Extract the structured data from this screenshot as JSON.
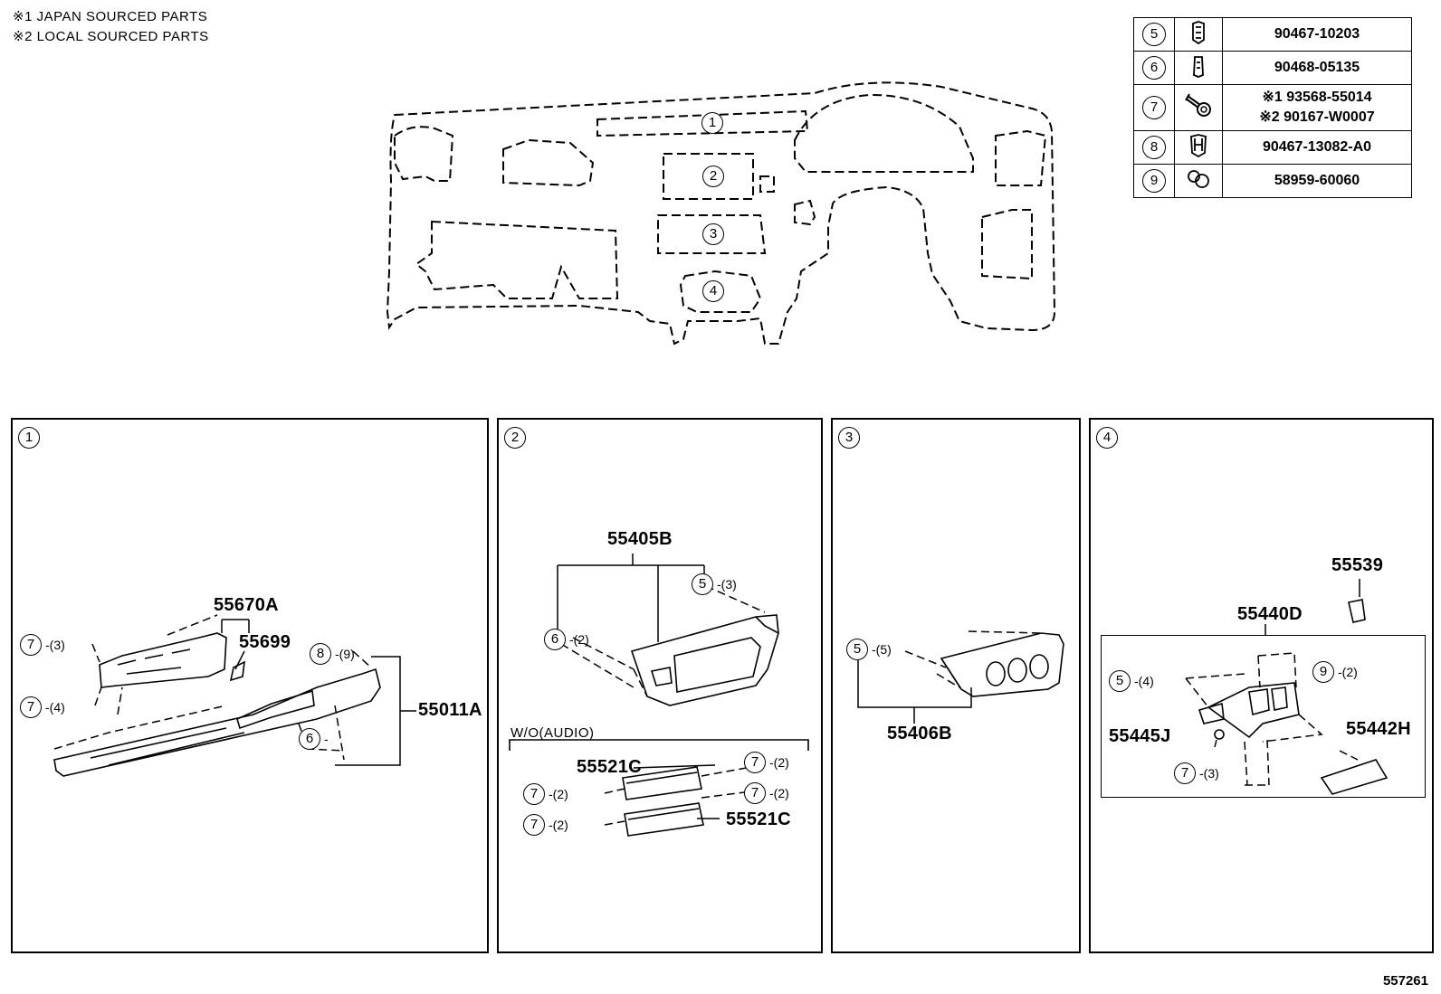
{
  "notes": [
    "※1 JAPAN SOURCED PARTS",
    "※2 LOCAL SOURCED PARTS"
  ],
  "parts_table": [
    {
      "num": "5",
      "icon": "clip-icon",
      "codes": [
        "90467-10203"
      ]
    },
    {
      "num": "6",
      "icon": "clip-icon",
      "codes": [
        "90468-05135"
      ]
    },
    {
      "num": "7",
      "icon": "screw-icon",
      "codes": [
        "※1 93568-55014",
        "※2 90167-W0007"
      ]
    },
    {
      "num": "8",
      "icon": "clip-icon",
      "codes": [
        "90467-13082-A0"
      ]
    },
    {
      "num": "9",
      "icon": "cushion-icon",
      "codes": [
        "58959-60060"
      ]
    }
  ],
  "overview_labels": [
    "1",
    "2",
    "3",
    "4"
  ],
  "panel1": {
    "num": "1",
    "parts": {
      "p55670A": "55670A",
      "p55699": "55699",
      "p55011A": "55011A"
    },
    "refs": [
      {
        "num": "7",
        "qty": "-(3)"
      },
      {
        "num": "7",
        "qty": "-(4)"
      },
      {
        "num": "8",
        "qty": "-(9)"
      },
      {
        "num": "6",
        "qty": "-"
      }
    ]
  },
  "panel2": {
    "num": "2",
    "parts": {
      "p55405B": "55405B",
      "p55521C_a": "55521C",
      "p55521C_b": "55521C"
    },
    "wo_audio": "W/O(AUDIO)",
    "refs": [
      {
        "num": "5",
        "qty": "-(3)"
      },
      {
        "num": "6",
        "qty": "-(2)"
      },
      {
        "num": "7",
        "qty": "-(2)"
      },
      {
        "num": "7",
        "qty": "-(2)"
      },
      {
        "num": "7",
        "qty": "-(2)"
      },
      {
        "num": "7",
        "qty": "-(2)"
      }
    ]
  },
  "panel3": {
    "num": "3",
    "parts": {
      "p55406B": "55406B"
    },
    "refs": [
      {
        "num": "5",
        "qty": "-(5)"
      }
    ]
  },
  "panel4": {
    "num": "4",
    "parts": {
      "p55539": "55539",
      "p55440D": "55440D",
      "p55445J": "55445J",
      "p55442H": "55442H"
    },
    "refs": [
      {
        "num": "5",
        "qty": "-(4)"
      },
      {
        "num": "9",
        "qty": "-(2)"
      },
      {
        "num": "7",
        "qty": "-(3)"
      }
    ]
  },
  "doc_number": "557261"
}
